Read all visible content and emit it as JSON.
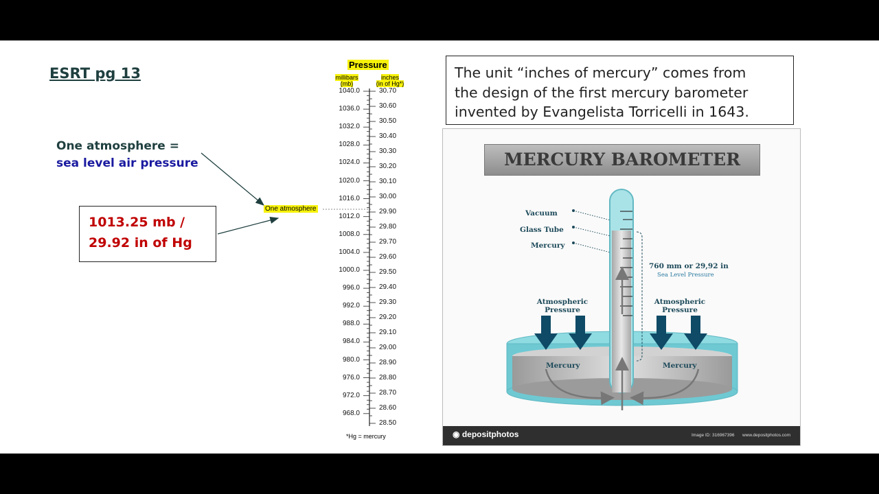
{
  "slide": {
    "title": "ESRT pg 13",
    "atmosphere_line1": "One atmosphere =",
    "atmosphere_line2": "sea level air pressure",
    "value_line1": "1013.25 mb /",
    "value_line2": "29.92 in of Hg"
  },
  "scale": {
    "title": "Pressure",
    "left_header": "millibars",
    "left_unit": "(mb)",
    "right_header": "inches",
    "right_unit": "(in of Hg*)",
    "one_atmosphere_label": "One atmosphere",
    "footnote": "*Hg = mercury",
    "mb_labels": [
      "1040.0",
      "1036.0",
      "1032.0",
      "1028.0",
      "1024.0",
      "1020.0",
      "1016.0",
      "1012.0",
      "1008.0",
      "1004.0",
      "1000.0",
      "996.0",
      "992.0",
      "988.0",
      "984.0",
      "980.0",
      "976.0",
      "972.0",
      "968.0"
    ],
    "inch_labels": [
      "30.70",
      "30.60",
      "30.50",
      "30.40",
      "30.30",
      "30.20",
      "30.10",
      "30.00",
      "29.90",
      "29.80",
      "29.70",
      "29.60",
      "29.50",
      "29.40",
      "29.30",
      "29.20",
      "29.10",
      "29.00",
      "28.90",
      "28.80",
      "28.70",
      "28.60",
      "28.50"
    ]
  },
  "quote": {
    "line1": "The unit “inches of mercury” comes from",
    "line2": "the design of the first mercury barometer",
    "line3": "invented by Evangelista Torricelli in 1643."
  },
  "barometer": {
    "title": "MERCURY BAROMETER",
    "vacuum": "Vacuum",
    "glass_tube": "Glass Tube",
    "mercury": "Mercury",
    "height_label": "760 mm or 29,92 in",
    "height_sub": "Sea Level Pressure",
    "atm_left_1": "Atmospheric",
    "atm_left_2": "Pressure",
    "atm_right_1": "Atmospheric",
    "atm_right_2": "Pressure",
    "mercury_left": "Mercury",
    "mercury_right": "Mercury",
    "logo": "depositphotos",
    "image_id": "Image ID: 316967396",
    "site": "www.depositphotos.com"
  },
  "colors": {
    "highlight": "#f7f20a",
    "value_red": "#c00000",
    "blue_text": "#1a1aa0",
    "mercury_gray": "#b5b5b5",
    "glass_teal": "#7fd0d8",
    "arrow_navy": "#0f4a66"
  }
}
